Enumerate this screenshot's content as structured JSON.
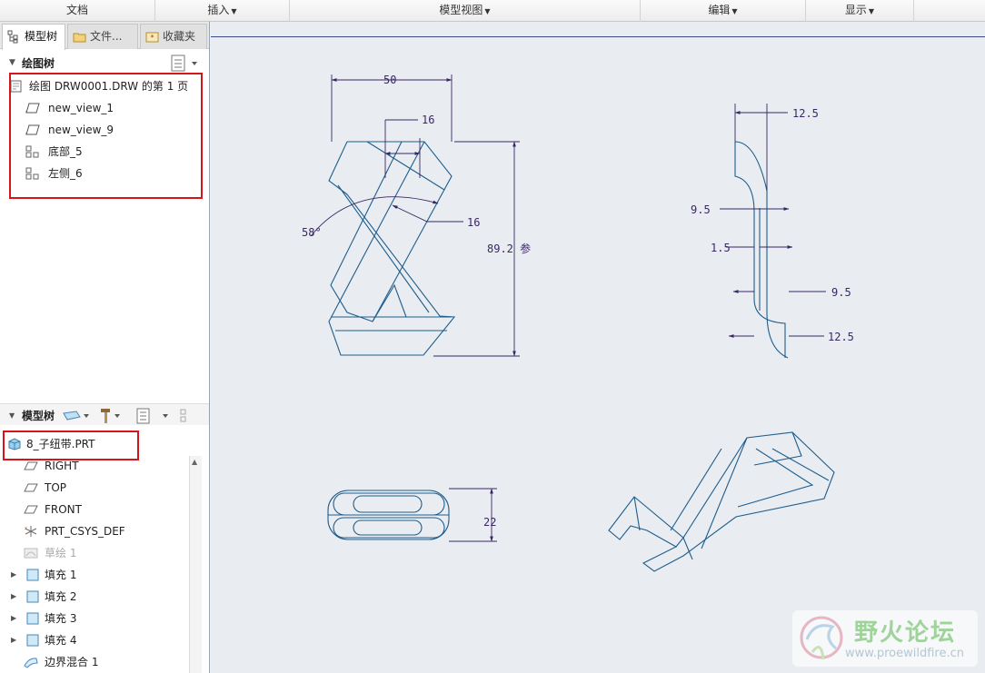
{
  "menubar": {
    "items": [
      "文档",
      "插入",
      "模型视图",
      "编辑",
      "显示"
    ],
    "has_caret": [
      false,
      true,
      true,
      true,
      true
    ]
  },
  "tabs": {
    "model_tree": "模型树",
    "files": "文件...",
    "favorites": "收藏夹"
  },
  "drawing_tree": {
    "title": "绘图树",
    "items": [
      {
        "label": "绘图 DRW0001.DRW 的第 1 页",
        "icon": "sheet-icon"
      },
      {
        "label": "new_view_1",
        "icon": "view-icon"
      },
      {
        "label": "new_view_9",
        "icon": "view-icon"
      },
      {
        "label": "底部_5",
        "icon": "projection-view-icon"
      },
      {
        "label": "左侧_6",
        "icon": "projection-view-icon"
      }
    ]
  },
  "model_tree": {
    "title": "模型树",
    "items": [
      {
        "label": "8_子纽带.PRT",
        "icon": "part-icon",
        "expandable": false,
        "dim": false
      },
      {
        "label": "RIGHT",
        "icon": "datum-plane-icon",
        "expandable": false,
        "dim": false
      },
      {
        "label": "TOP",
        "icon": "datum-plane-icon",
        "expandable": false,
        "dim": false
      },
      {
        "label": "FRONT",
        "icon": "datum-plane-icon",
        "expandable": false,
        "dim": false
      },
      {
        "label": "PRT_CSYS_DEF",
        "icon": "csys-icon",
        "expandable": false,
        "dim": false
      },
      {
        "label": "草绘 1",
        "icon": "sketch-icon",
        "expandable": false,
        "dim": true
      },
      {
        "label": "填充 1",
        "icon": "fill-icon",
        "expandable": true,
        "dim": false
      },
      {
        "label": "填充 2",
        "icon": "fill-icon",
        "expandable": true,
        "dim": false
      },
      {
        "label": "填充 3",
        "icon": "fill-icon",
        "expandable": true,
        "dim": false
      },
      {
        "label": "填充 4",
        "icon": "fill-icon",
        "expandable": true,
        "dim": false
      },
      {
        "label": "边界混合 1",
        "icon": "boundary-blend-icon",
        "expandable": false,
        "dim": false
      }
    ]
  },
  "dimensions": {
    "front_width": "50",
    "front_inner": "16",
    "front_angle": "58°",
    "front_band": "16",
    "front_height": "89.2 参",
    "side_top": "12.5",
    "side_upper": "9.5",
    "side_thickness": "1.5",
    "side_lower": "9.5",
    "side_bottom": "12.5",
    "bottom_height": "22"
  },
  "watermark": {
    "title": "野火论坛",
    "url": "www.proewildfire.cn"
  },
  "colors": {
    "accent_red": "#d4161b",
    "model_line": "#1f5d8c",
    "dimension": "#3a2666",
    "canvas": "#e9edf1"
  }
}
